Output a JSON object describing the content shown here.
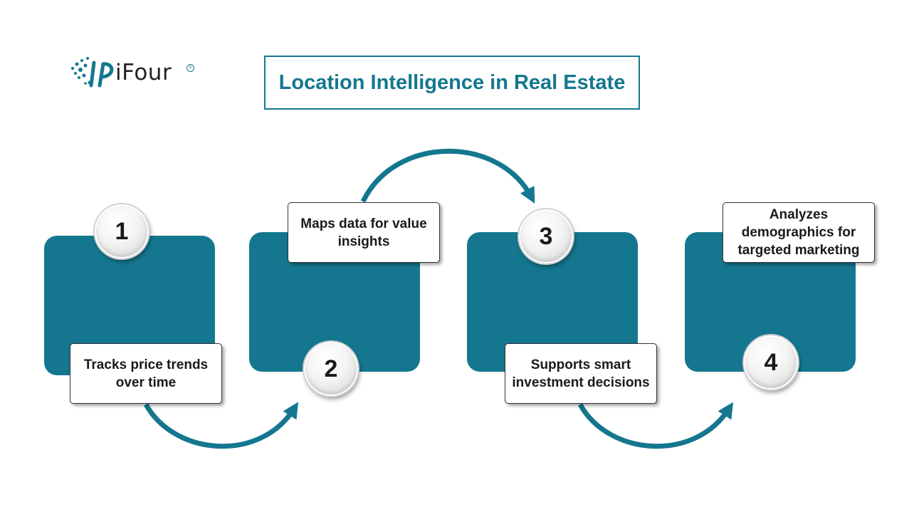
{
  "logo": {
    "text": "iFour",
    "icon": "ifour-logo-icon"
  },
  "title": "Location Intelligence in Real Estate",
  "steps": [
    {
      "number": "1",
      "text": "Tracks price trends over time"
    },
    {
      "number": "2",
      "text": "Maps data for value insights"
    },
    {
      "number": "3",
      "text": "Supports smart investment decisions"
    },
    {
      "number": "4",
      "text": "Analyzes demographics for targeted marketing"
    }
  ],
  "colors": {
    "accent": "#14778f",
    "text": "#1a1a1a",
    "background": "#ffffff"
  }
}
